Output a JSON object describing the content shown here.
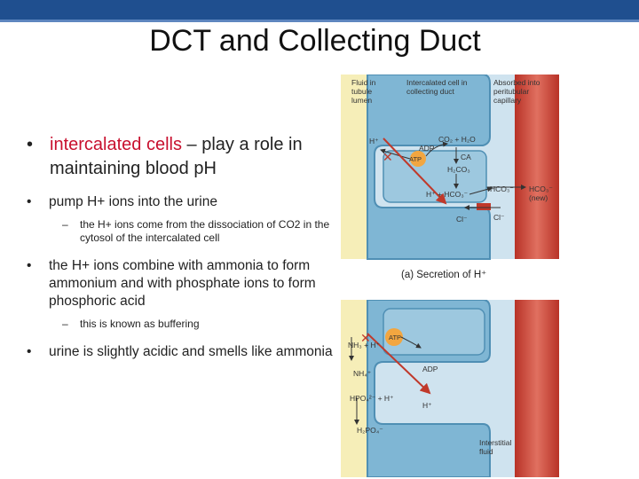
{
  "slide": {
    "title": "DCT and Collecting Duct",
    "bullets": {
      "b1_emph": "intercalated cells",
      "b1_rest": " – play a role in maintaining blood pH",
      "b2": "pump H+ ions into the urine",
      "b2_sub": "the H+ ions come from the dissociation of CO2 in the cytosol of the intercalated cell",
      "b3": "the H+ ions combine with ammonia to form ammonium and with phosphate ions to form phosphoric acid",
      "b3_sub": "this is known as buffering",
      "b4": "urine is slightly acidic and smells like ammonia"
    },
    "bullet_symbol": "•",
    "dash_symbol": "–"
  },
  "diagram": {
    "top": {
      "label_fluid": "Fluid in tubule lumen",
      "label_cell": "Intercalated cell in collecting duct",
      "label_absorbed": "Absorbed into peritubular capillary",
      "h_plus": "H⁺",
      "co2_h2o": "CO₂ + H₂O",
      "adp": "ADP",
      "ca": "CA",
      "atp": "ATP",
      "h2co3": "H₂CO₃",
      "h_hco3": "H⁺ + HCO₃⁻",
      "hco3_left": "HCO₃⁻",
      "hco3_right": "HCO₃⁻ (new)",
      "cl_left": "Cl⁻",
      "cl_right": "Cl⁻",
      "caption": "(a) Secretion of H⁺"
    },
    "bottom": {
      "nh3_h": "NH₃ + H⁺",
      "nh4": "NH₄⁺",
      "atp": "ATP",
      "adp": "ADP",
      "h_plus": "H⁺",
      "hpo4_h": "HPO₄²⁻ + H⁺",
      "h2po4": "H₂PO₄⁻",
      "interstitial": "Interstitial fluid"
    },
    "colors": {
      "lumen": "#f6eeb8",
      "cell": "#7fb6d4",
      "cell_dark": "#5a98bd",
      "capillary": "#c0392b",
      "arrow": "#c0392b",
      "atp": "#f2a640"
    }
  }
}
